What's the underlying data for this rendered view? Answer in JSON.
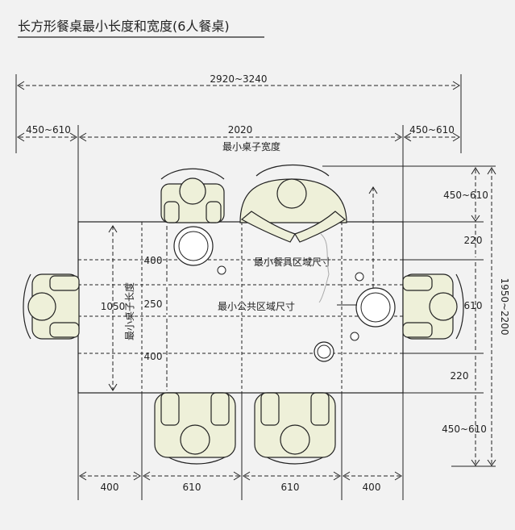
{
  "title": "长方形餐桌最小长度和宽度(6人餐桌)",
  "watermark": "",
  "dims": {
    "overall_width": "2920~3240",
    "left_clearance": "450~610",
    "table_width": "2020",
    "table_width_caption": "最小桌子宽度",
    "right_clearance": "450~610",
    "right_top_clearance": "450~610",
    "right_220_top": "220",
    "right_610": "610",
    "right_220_bottom": "220",
    "right_bottom_clearance": "450~610",
    "overall_height": "1950~2200",
    "inner_400_top": "400",
    "inner_250": "250",
    "inner_400_bottom": "400",
    "table_depth": "1050",
    "table_depth_caption": "最小桌子长度",
    "bottom_400_left": "400",
    "bottom_610_left": "610",
    "bottom_610_right": "610",
    "bottom_400_right": "400"
  },
  "labels": {
    "personal_zone": "最小餐具区域尺寸",
    "common_zone": "最小公共区域尺寸"
  }
}
